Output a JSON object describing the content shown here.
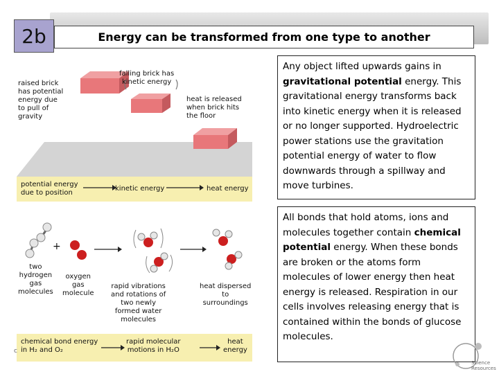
{
  "slide": {
    "number": "2b",
    "title": "Energy can be transformed from one type to another"
  },
  "textbox1": {
    "part1": "Any object lifted upwards gains in ",
    "bold": "gravitational potential",
    "part2": " energy. This gravitational energy transforms back into kinetic energy when it is released or no longer supported. Hydroelectric power stations use the gravitation potential energy of water to flow downwards through a spillway and move turbines."
  },
  "textbox2": {
    "part1": "All bonds that hold atoms, ions and molecules together contain ",
    "bold": "chemical potential",
    "part2": " energy. When these bonds are broken or the atoms form molecules of lower energy then heat energy is released.  Respiration in our cells involves releasing energy that is contained within the bonds of glucose molecules."
  },
  "diagram1": {
    "label_raised": "raised brick\nhas potential\nenergy due\nto pull of\ngravity",
    "label_falling": "falling brick has\nkinetic energy",
    "label_heat": "heat is released\nwhen brick hits\nthe floor",
    "band_potential": "potential energy\ndue to position",
    "band_kinetic": "kinetic energy",
    "band_heat": "heat energy"
  },
  "diagram2": {
    "label_hydrogen": "two\nhydrogen\ngas\nmolecules",
    "label_plus": "+",
    "label_oxygen": "oxygen\ngas\nmolecule",
    "label_vibrations": "rapid vibrations\nand rotations of\ntwo newly\nformed water\nmolecules",
    "label_dispersed": "heat dispersed\nto\nsurroundings",
    "band_chemical": "chemical bond energy\nin H₂ and O₂",
    "band_rapid": "rapid molecular\nmotions in H₂O",
    "band_heat": "heat\nenergy"
  },
  "colors": {
    "brick": "#e8777a",
    "brick_dark": "#c45a5e",
    "floor": "#c9c9c9",
    "band": "#f7efb0",
    "atom_red": "#cc1f1f",
    "atom_white": "#e6e6e6",
    "slide_number_bg": "#a8a3cf"
  },
  "logo": {
    "text": "Science\nResources",
    "left_mark": "c"
  }
}
